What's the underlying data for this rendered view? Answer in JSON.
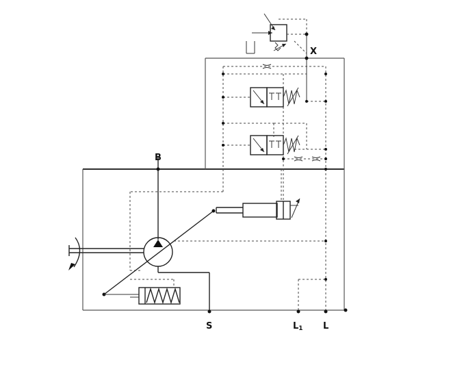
{
  "ports": {
    "B": "B",
    "X": "X",
    "S": "S",
    "L1_main": "L",
    "L1_sub": "1",
    "L": "L"
  },
  "colors": {
    "line": "#222222",
    "housing": "#555555",
    "background": "#ffffff"
  },
  "icons": {
    "pump": "variable-displacement-pump-icon",
    "drive": "rotation-arrow-icon",
    "relief": "adjustable-relief-valve-icon",
    "valve": "proportional-valve-icon",
    "cylinder": "control-cylinder-icon",
    "spring": "return-spring-icon"
  }
}
